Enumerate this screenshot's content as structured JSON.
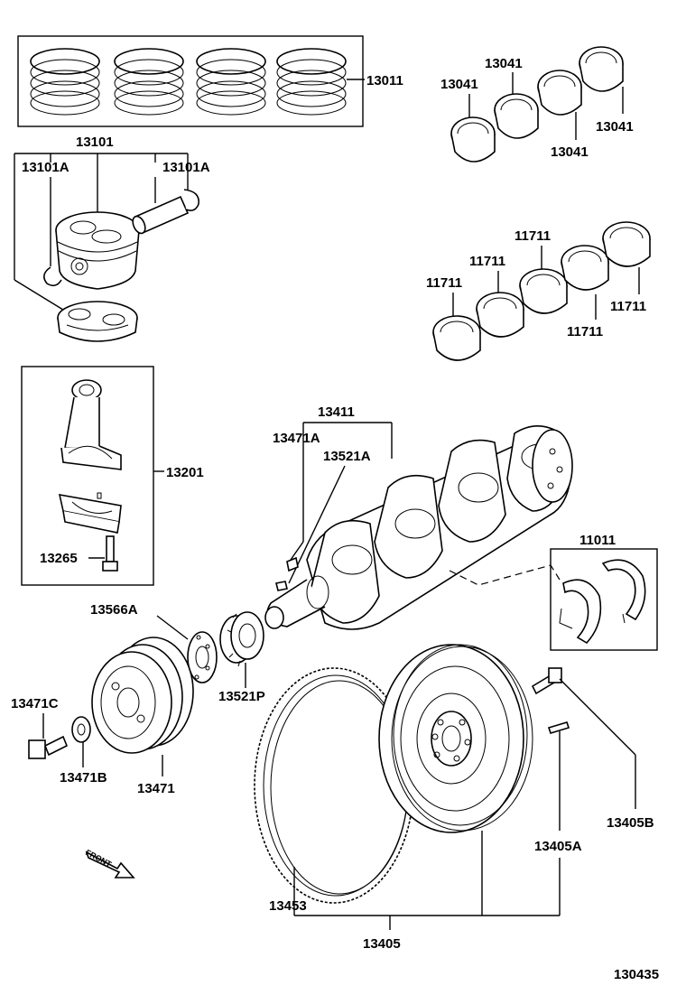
{
  "labels": {
    "piston_ring_set": "13011",
    "piston_sub_assy": "13101",
    "snap_ring_left": "13101A",
    "snap_ring_right": "13101A",
    "conrod_bearing_1": "13041",
    "conrod_bearing_2": "13041",
    "conrod_bearing_3": "13041",
    "conrod_bearing_4": "13041",
    "main_bearing_1": "11711",
    "main_bearing_2": "11711",
    "main_bearing_3": "11711",
    "main_bearing_4": "11711",
    "main_bearing_5": "11711",
    "connecting_rod": "13201",
    "conrod_bolt": "13265",
    "crankshaft": "13411",
    "crank_key": "13471A",
    "crank_key_2": "13521A",
    "thrust_washer": "11011",
    "crank_sprocket_washer": "13566A",
    "crank_timing_gear": "13521P",
    "pulley_bolt": "13471C",
    "pulley_washer": "13471B",
    "crank_pulley": "13471",
    "ring_gear": "13453",
    "flywheel_sub_assy": "13405",
    "flywheel_pin": "13405A",
    "flywheel_bolt": "13405B",
    "front_indicator": "FRONT",
    "diagram_number": "130435"
  }
}
